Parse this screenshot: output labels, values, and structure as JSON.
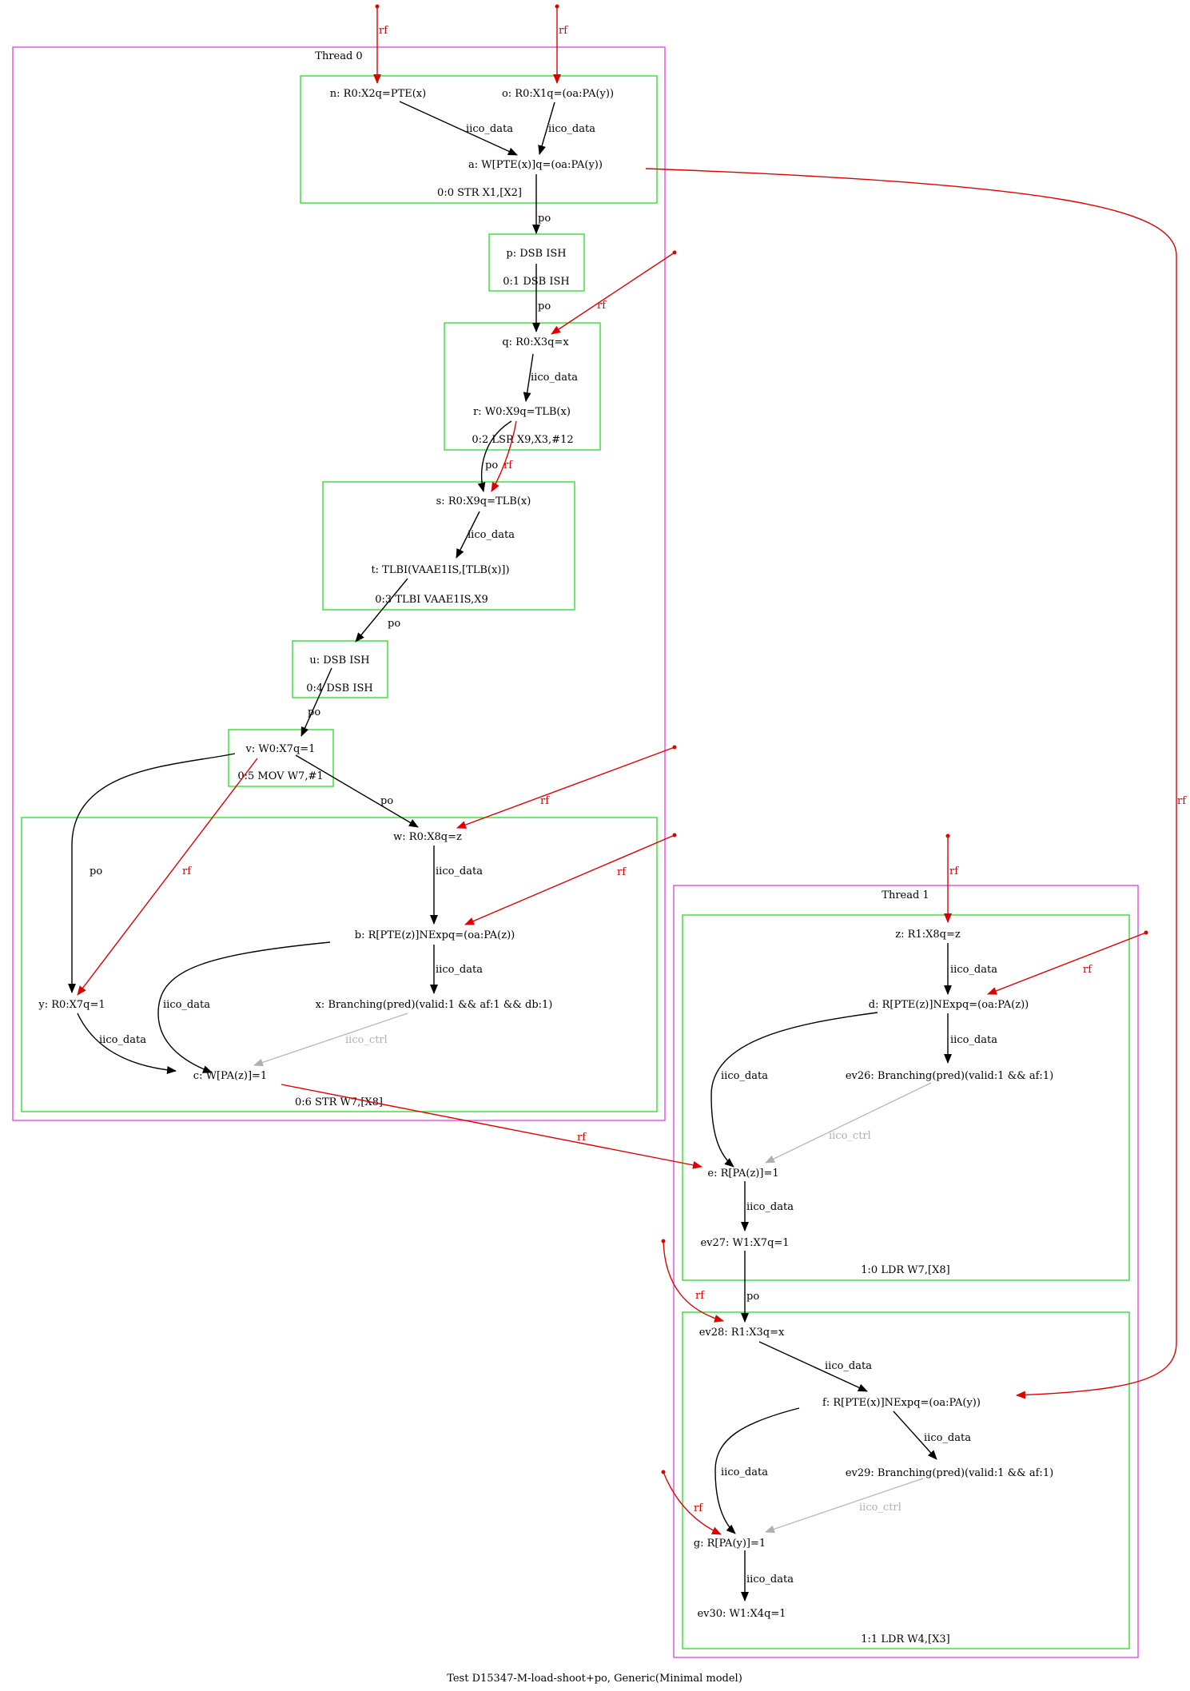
{
  "caption": "Test D15347-M-load-shoot+po, Generic(Minimal model)",
  "colors": {
    "thread_border": "#e040e0",
    "instr_border": "#22dd22",
    "po": "#000000",
    "rf": "#e00000",
    "ctrl": "#b0b0b0"
  },
  "threads": [
    {
      "label": "Thread 0"
    },
    {
      "label": "Thread 1"
    }
  ],
  "instructions": {
    "i00": "0:0 STR X1,[X2]",
    "i01": "0:1 DSB ISH",
    "i02": "0:2 LSR X9,X3,#12",
    "i03": "0:3 TLBI VAAE1IS,X9",
    "i04": "0:4 DSB ISH",
    "i05": "0:5 MOV W7,#1",
    "i06": "0:6 STR W7,[X8]",
    "i10": "1:0 LDR W7,[X8]",
    "i11": "1:1 LDR W4,[X3]"
  },
  "events": {
    "n": "n: R0:X2q=PTE(x)",
    "o": "o: R0:X1q=(oa:PA(y))",
    "a": "a: W[PTE(x)]q=(oa:PA(y))",
    "p": "p: DSB ISH",
    "q": "q: R0:X3q=x",
    "r": "r: W0:X9q=TLB(x)",
    "s": "s: R0:X9q=TLB(x)",
    "t": "t: TLBI(VAAE1IS,[TLB(x)])",
    "u": "u: DSB ISH",
    "v": "v: W0:X7q=1",
    "w": "w: R0:X8q=z",
    "b": "b: R[PTE(z)]NExpq=(oa:PA(z))",
    "x": "x: Branching(pred)(valid:1 && af:1 && db:1)",
    "y": "y: R0:X7q=1",
    "c": "c: W[PA(z)]=1",
    "z": "z: R1:X8q=z",
    "d": "d: R[PTE(z)]NExpq=(oa:PA(z))",
    "ev26": "ev26: Branching(pred)(valid:1 && af:1)",
    "e": "e: R[PA(z)]=1",
    "ev27": "ev27: W1:X7q=1",
    "ev28": "ev28: R1:X3q=x",
    "f": "f: R[PTE(x)]NExpq=(oa:PA(y))",
    "ev29": "ev29: Branching(pred)(valid:1 && af:1)",
    "g": "g: R[PA(y)]=1",
    "ev30": "ev30: W1:X4q=1"
  },
  "edge_labels": {
    "po": "po",
    "rf": "rf",
    "iico_data": "iico_data",
    "iico_ctrl": "iico_ctrl"
  }
}
